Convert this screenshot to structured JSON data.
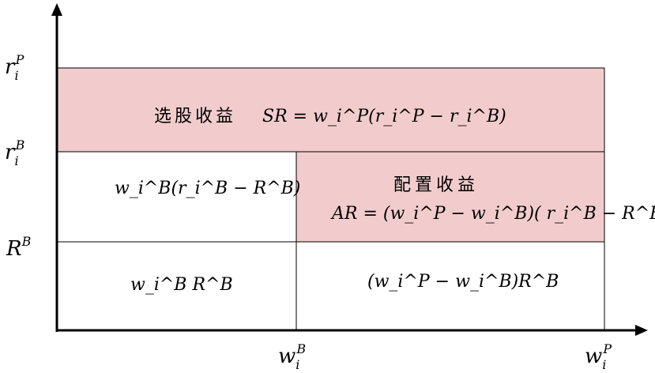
{
  "y_axis_labels": {
    "top": {
      "base": "r",
      "sub": "i",
      "sup": "P"
    },
    "mid": {
      "base": "r",
      "sub": "i",
      "sup": "B"
    },
    "low": {
      "base": "R",
      "sup": "B"
    }
  },
  "x_axis_labels": {
    "mid": {
      "base": "w",
      "sub": "i",
      "sup": "B"
    },
    "right": {
      "base": "w",
      "sub": "i",
      "sup": "P"
    }
  },
  "regions": {
    "selection": {
      "title": "选股收益",
      "formula": "SR = w_i^P(r_i^P − r_i^B)"
    },
    "allocation": {
      "title": "配置收益",
      "formula": "AR = (w_i^P − w_i^B)( r_i^B − R^B)"
    },
    "top_left": {
      "formula": "w_i^B(r_i^B − R^B)"
    },
    "bottom_left": {
      "formula": "w_i^B R^B"
    },
    "bottom_right": {
      "formula": "(w_i^P − w_i^B)R^B"
    }
  },
  "colors": {
    "highlight_fill": "#f2cccd",
    "line": "#000000"
  }
}
